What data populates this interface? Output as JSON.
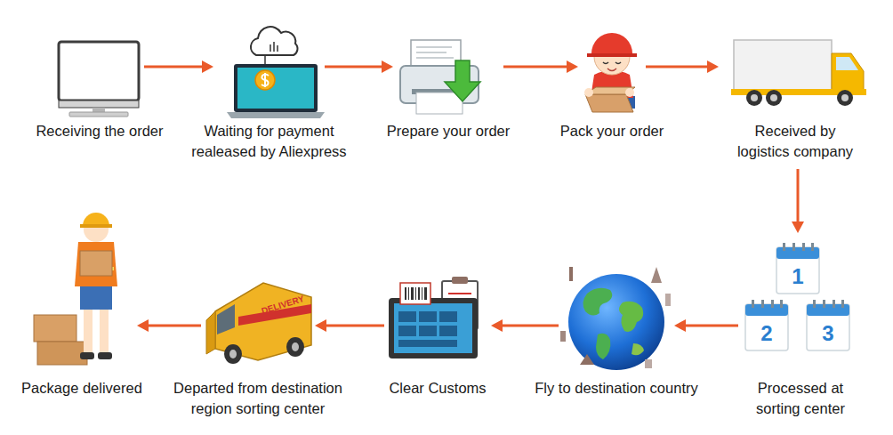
{
  "diagram": {
    "nodes": [
      {
        "text": [
          "Receiving the order"
        ]
      },
      {
        "text": [
          "Waiting for payment realeased by Aliexpress"
        ]
      },
      {
        "text": [
          "Prepare your order"
        ]
      },
      {
        "text": [
          "Pack your order"
        ]
      },
      {
        "text": [
          "Received by logistics company"
        ]
      },
      {
        "text": [
          "Processed at sorting center"
        ]
      },
      {
        "text": [
          "Fly to destination country"
        ]
      },
      {
        "text": [
          "Clear Customs"
        ]
      },
      {
        "text": [
          "Departed from destination region sorting center"
        ]
      },
      {
        "text": [
          "Package delivered"
        ]
      }
    ],
    "edges": [
      {
        "from": 0,
        "to": 1,
        "arrow": "to"
      },
      {
        "from": 1,
        "to": 2,
        "arrow": "to"
      },
      {
        "from": 2,
        "to": 3,
        "arrow": "to"
      },
      {
        "from": 3,
        "to": 4,
        "arrow": "to"
      },
      {
        "from": 4,
        "to": 5,
        "arrow": "to"
      },
      {
        "from": 5,
        "to": 6,
        "arrow": "to"
      },
      {
        "from": 6,
        "to": 7,
        "arrow": "to"
      },
      {
        "from": 7,
        "to": 8,
        "arrow": "to"
      },
      {
        "from": 8,
        "to": 9,
        "arrow": "to"
      }
    ],
    "labels": [
      "1",
      "2",
      "3",
      "DELIVERY"
    ]
  }
}
